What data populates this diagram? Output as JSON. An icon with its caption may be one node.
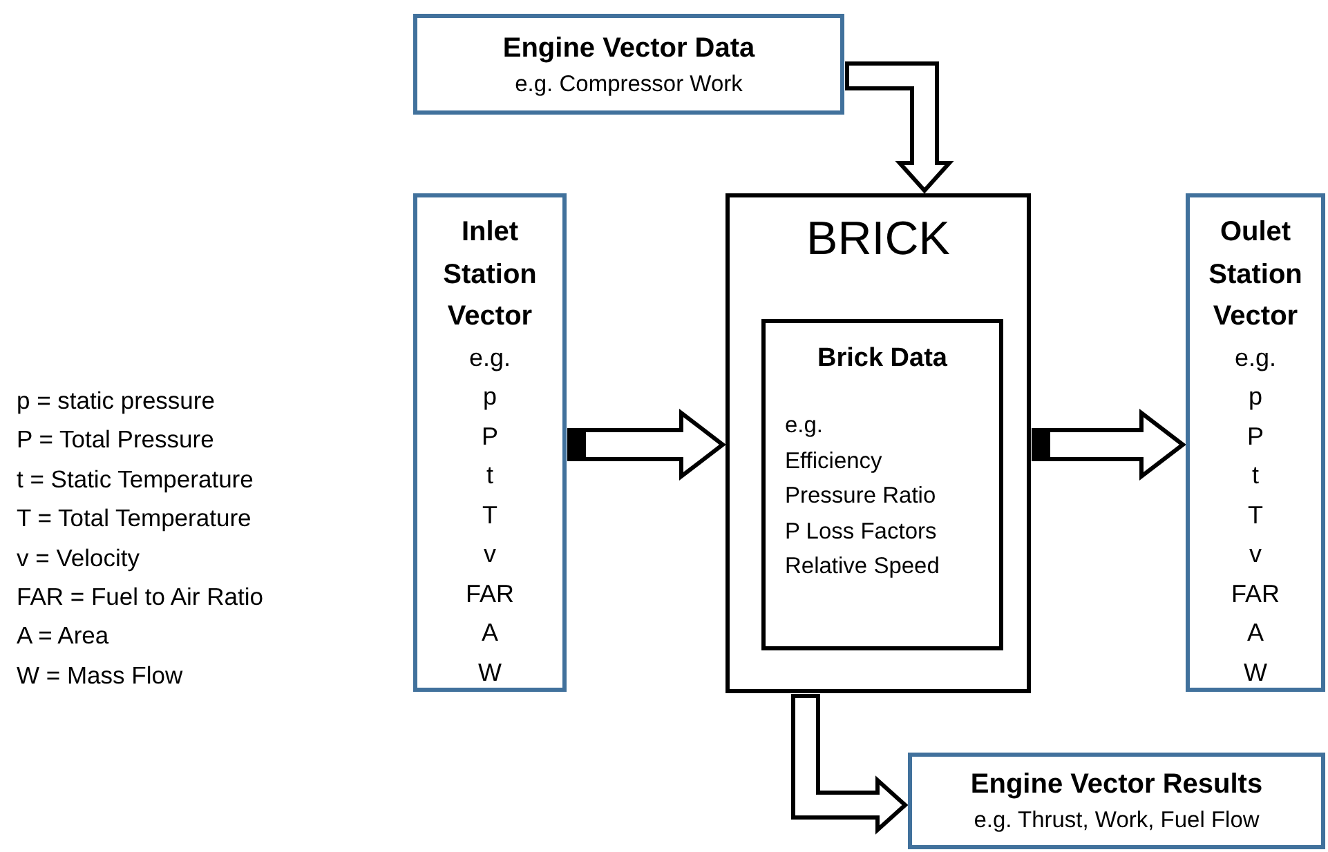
{
  "diagram": {
    "nodes": [
      {
        "text": [
          "Engine Vector Data",
          "e.g. Compressor Work"
        ]
      },
      {
        "text": [
          "Inlet Station Vector",
          "e.g.",
          "p",
          "P",
          "t",
          "T",
          "v",
          "FAR",
          "A",
          "W"
        ]
      },
      {
        "text": [
          "BRICK"
        ]
      },
      {
        "text": [
          "Brick Data",
          "e.g.",
          "Efficiency",
          "Pressure Ratio",
          "P Loss Factors",
          "Relative Speed"
        ],
        "in": 2
      },
      {
        "text": [
          "Oulet Station Vector",
          "e.g.",
          "p",
          "P",
          "t",
          "T",
          "v",
          "FAR",
          "A",
          "W"
        ]
      },
      {
        "text": [
          "Engine Vector Results",
          "e.g. Thrust, Work, Fuel Flow"
        ]
      }
    ],
    "edges": [
      {
        "from": 1,
        "to": 2,
        "arrow": "to"
      },
      {
        "from": 0,
        "to": 2,
        "arrow": "to"
      },
      {
        "from": 2,
        "to": 4,
        "arrow": "to"
      },
      {
        "from": 2,
        "to": 5,
        "arrow": "to"
      }
    ],
    "labels": [
      "p = static pressure",
      "P = Total Pressure",
      "t = Static Temperature",
      "T = Total Temperature",
      "v = Velocity",
      "FAR = Fuel to Air Ratio",
      "A = Area",
      "W = Mass Flow"
    ]
  }
}
